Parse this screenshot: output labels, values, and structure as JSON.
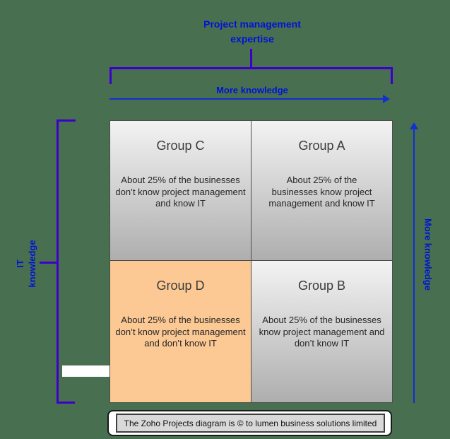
{
  "header": {
    "title_line1": "Project management",
    "title_line2": "expertise"
  },
  "axes": {
    "top": {
      "label": "More knowledge"
    },
    "left": {
      "label_line1": "IT",
      "label_line2": "knowledge"
    },
    "right": {
      "label": "More knowledge"
    }
  },
  "quadrants": {
    "top_left": {
      "title": "Group C",
      "body": "About 25% of the businesses don’t know project management and know IT",
      "fill": "gray-gradient"
    },
    "top_right": {
      "title": "Group A",
      "body": "About 25% of the businesses know project management and know IT",
      "fill": "gray-gradient"
    },
    "bottom_left": {
      "title": "Group D",
      "body": "About 25% of the businesses don’t know project management and don’t know IT",
      "fill": "orange"
    },
    "bottom_right": {
      "title": "Group B",
      "body": "About 25% of the businesses know project management and don’t know IT",
      "fill": "gray-gradient"
    }
  },
  "caption": {
    "text": "The Zoho Projects diagram is © to lumen business solutions limited"
  },
  "colors": {
    "background_green": "#487050",
    "brace_purple": "#3d00cc",
    "arrow_blue": "#1030d0",
    "label_blue": "#0012d6",
    "quad_border": "#4d4d4d",
    "gray_gradient_top": "#f3f3f3",
    "gray_gradient_bottom": "#aeaeae",
    "orange_fill": "#fcc994",
    "caption_inner_bg": "#d9d9d9"
  }
}
